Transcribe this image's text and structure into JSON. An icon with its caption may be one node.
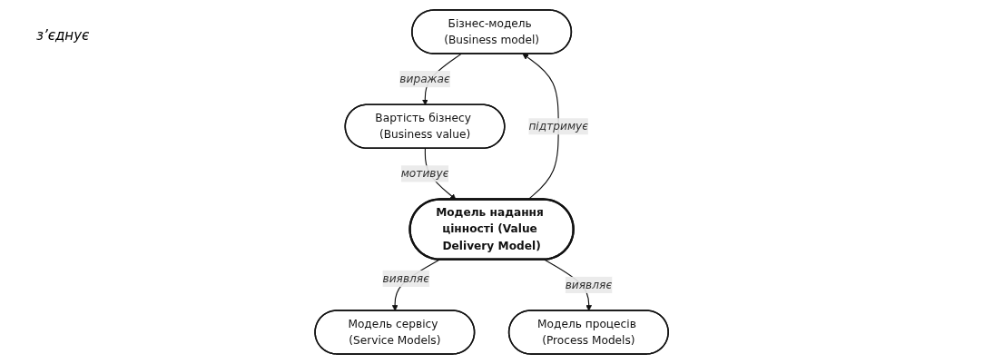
{
  "diagram": {
    "nodes": [
      {
        "text": [
          "Бізнес-модель (Business model)"
        ]
      },
      {
        "text": [
          "Вартість бізнесу (Business value)"
        ]
      },
      {
        "text": [
          "Модель надання цінності (Value Delivery Model)"
        ]
      },
      {
        "text": [
          "Модель сервісу (Service Models)"
        ]
      },
      {
        "text": [
          "Модель процесів (Process Models)"
        ]
      }
    ],
    "edges": [
      {
        "from": 0,
        "to": 1,
        "arrow": "to",
        "label": "виражає"
      },
      {
        "from": 1,
        "to": 2,
        "arrow": "to",
        "label": "мотивує"
      },
      {
        "from": 2,
        "to": 0,
        "arrow": "to",
        "label": "підтримує"
      },
      {
        "from": 2,
        "to": 3,
        "arrow": "to",
        "label": "виявляє"
      },
      {
        "from": 2,
        "to": 4,
        "arrow": "to",
        "label": "виявляє"
      }
    ],
    "labels": [
      "з’єднує"
    ]
  }
}
